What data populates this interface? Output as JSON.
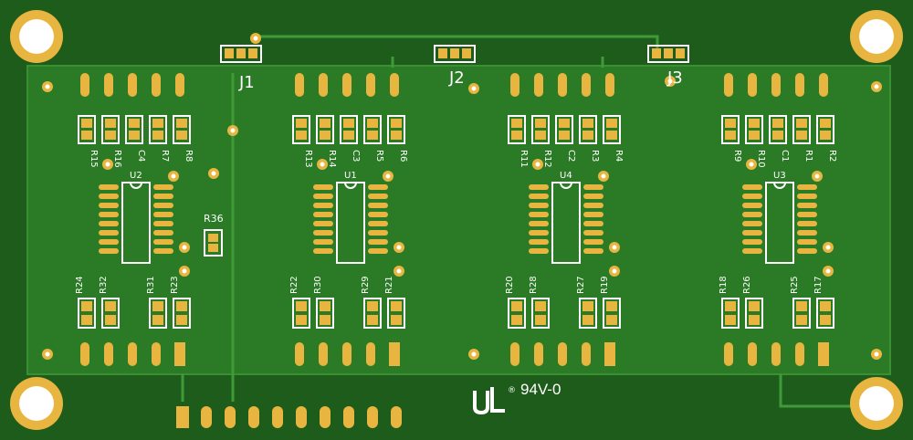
{
  "board": {
    "substrate_color": "#1f5f1c",
    "copper_color": "#2a7a24",
    "pad_color": "#e8b640",
    "silk_color": "#ffffff",
    "connectors": [
      "J1",
      "J2",
      "J3"
    ],
    "rating_mark": "94V-0",
    "ul_mark": "UL",
    "resistor_r36": "R36",
    "sections": [
      {
        "ic": "U2",
        "top": [
          "R15",
          "R16",
          "C4",
          "R7",
          "R8"
        ],
        "bottom": [
          "R24",
          "R32",
          "R31",
          "R23"
        ]
      },
      {
        "ic": "U1",
        "top": [
          "R13",
          "R14",
          "C3",
          "R5",
          "R6"
        ],
        "bottom": [
          "R22",
          "R30",
          "R29",
          "R21"
        ]
      },
      {
        "ic": "U4",
        "top": [
          "R11",
          "R12",
          "C2",
          "R3",
          "R4"
        ],
        "bottom": [
          "R20",
          "R28",
          "R27",
          "R19"
        ]
      },
      {
        "ic": "U3",
        "top": [
          "R9",
          "R10",
          "C1",
          "R1",
          "R2"
        ],
        "bottom": [
          "R18",
          "R26",
          "R25",
          "R17"
        ]
      }
    ]
  }
}
